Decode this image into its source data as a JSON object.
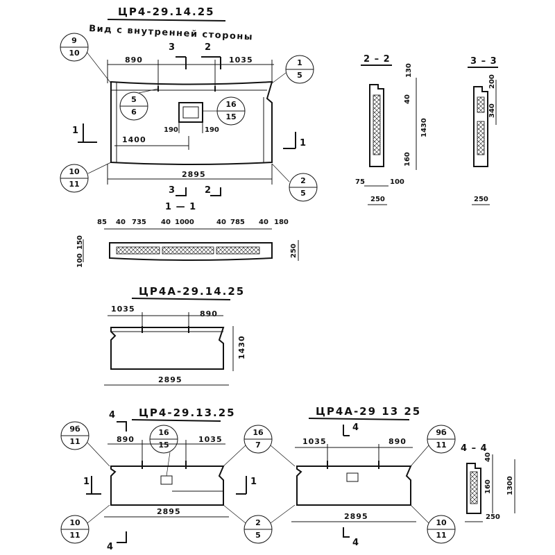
{
  "drawing1": {
    "title": "ЦР4-29.14.25",
    "subtitle": "Вид с внутренней стороны",
    "dims": {
      "top_left": "890",
      "top_right": "1035",
      "opening": "1400",
      "window_left": "190",
      "window_right": "190",
      "length": "2895"
    },
    "section_marks": {
      "left1": "1",
      "right1": "1",
      "top3": "3",
      "top2": "2",
      "bot3": "3",
      "bot2": "2"
    },
    "balloons": [
      {
        "top": "9",
        "bottom": "10"
      },
      {
        "top": "1",
        "bottom": "5"
      },
      {
        "top": "5",
        "bottom": "6"
      },
      {
        "top": "16",
        "bottom": "15"
      },
      {
        "top": "10",
        "bottom": "11"
      },
      {
        "top": "2",
        "bottom": "5"
      }
    ]
  },
  "section_1_1": {
    "label": "1 — 1",
    "dims": [
      "85",
      "40",
      "735",
      "40",
      "1000",
      "40",
      "785",
      "40",
      "180"
    ],
    "left_dims": [
      "100",
      "150"
    ],
    "right_dim": "250"
  },
  "section_2_2": {
    "label": "2 – 2",
    "dims": {
      "top": "130",
      "gap": "40",
      "height": "1430",
      "bottom": "160",
      "left_off": "75",
      "right_off": "100",
      "width": "250"
    }
  },
  "section_3_3": {
    "label": "3 – 3",
    "dims": {
      "top": "200",
      "mid": "340",
      "width": "250"
    }
  },
  "drawing2": {
    "title": "ЦР4А-29.14.25",
    "dims": {
      "left": "1035",
      "right": "890",
      "height": "1430",
      "length": "2895"
    }
  },
  "drawing3": {
    "title": "ЦР4-29.13.25",
    "section_mark": "4",
    "dims": {
      "left": "890",
      "right": "1035",
      "length": "2895"
    },
    "side_marks": {
      "left": "1",
      "right": "1",
      "bottom": "4"
    },
    "balloons": [
      {
        "top": "9б",
        "bottom": "11"
      },
      {
        "top": "16",
        "bottom": "15"
      },
      {
        "top": "16",
        "bottom": "7"
      },
      {
        "top": "10",
        "bottom": "11"
      },
      {
        "top": "2",
        "bottom": "5"
      }
    ]
  },
  "drawing4": {
    "title": "ЦР4А-29 13 25",
    "section_mark": "4",
    "dims": {
      "left": "1035",
      "right": "890",
      "length": "2895"
    },
    "balloons": [
      {
        "top": "9б",
        "bottom": "11"
      },
      {
        "top": "10",
        "bottom": "11"
      }
    ]
  },
  "section_4_4": {
    "label": "4 – 4",
    "dims": {
      "top": "40",
      "bottom": "160",
      "height": "1300",
      "width": "250"
    }
  }
}
